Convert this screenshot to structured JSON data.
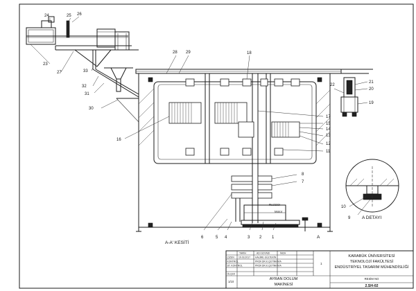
{
  "part_numbers": [
    "1",
    "2",
    "3",
    "4",
    "5",
    "6",
    "7",
    "8",
    "9",
    "10",
    "11",
    "12",
    "13",
    "14",
    "15",
    "16",
    "17",
    "18",
    "19",
    "20",
    "21",
    "22",
    "23",
    "24",
    "25",
    "26",
    "27",
    "28",
    "29",
    "30",
    "31",
    "32",
    "33"
  ],
  "views": {
    "section_label": "A-A' KESİTİ",
    "detail_label": "A DETAYI",
    "detail_marker": "A"
  },
  "annotations": {
    "resistor": "Rezistör",
    "motor": "Motor"
  },
  "title_block": {
    "header_cols": [
      "TARİH",
      "ADI SOYADI",
      "İMZA"
    ],
    "rows": [
      {
        "role": "ÇİZEN",
        "date": "19.03.2017",
        "name": "HALİME GÜLTEKİN"
      },
      {
        "role": "KONTROL",
        "date": "",
        "name": "PROF.DR.K.ÇETİNKAYA"
      },
      {
        "role": "ST. KONTROL",
        "date": "",
        "name": "PROF.DR.K.ÇETİNKAYA"
      }
    ],
    "olcek_label": "ÖLÇEK",
    "olcek_value": "1/10",
    "sheet_no": "1",
    "institution": [
      "KARABÜK ÜNİVERSİTESİ",
      "TEKNOLOJİ FAKÜLTESİ",
      "ENDÜSTRİYEL TASARIM MÜHENDİSLİĞİ"
    ],
    "drawing_title": [
      "AYRAN DOLUM",
      "MAKİNESİ"
    ],
    "resim_no_label": "RESİM NO",
    "resim_no_value": "2.SH-02"
  }
}
